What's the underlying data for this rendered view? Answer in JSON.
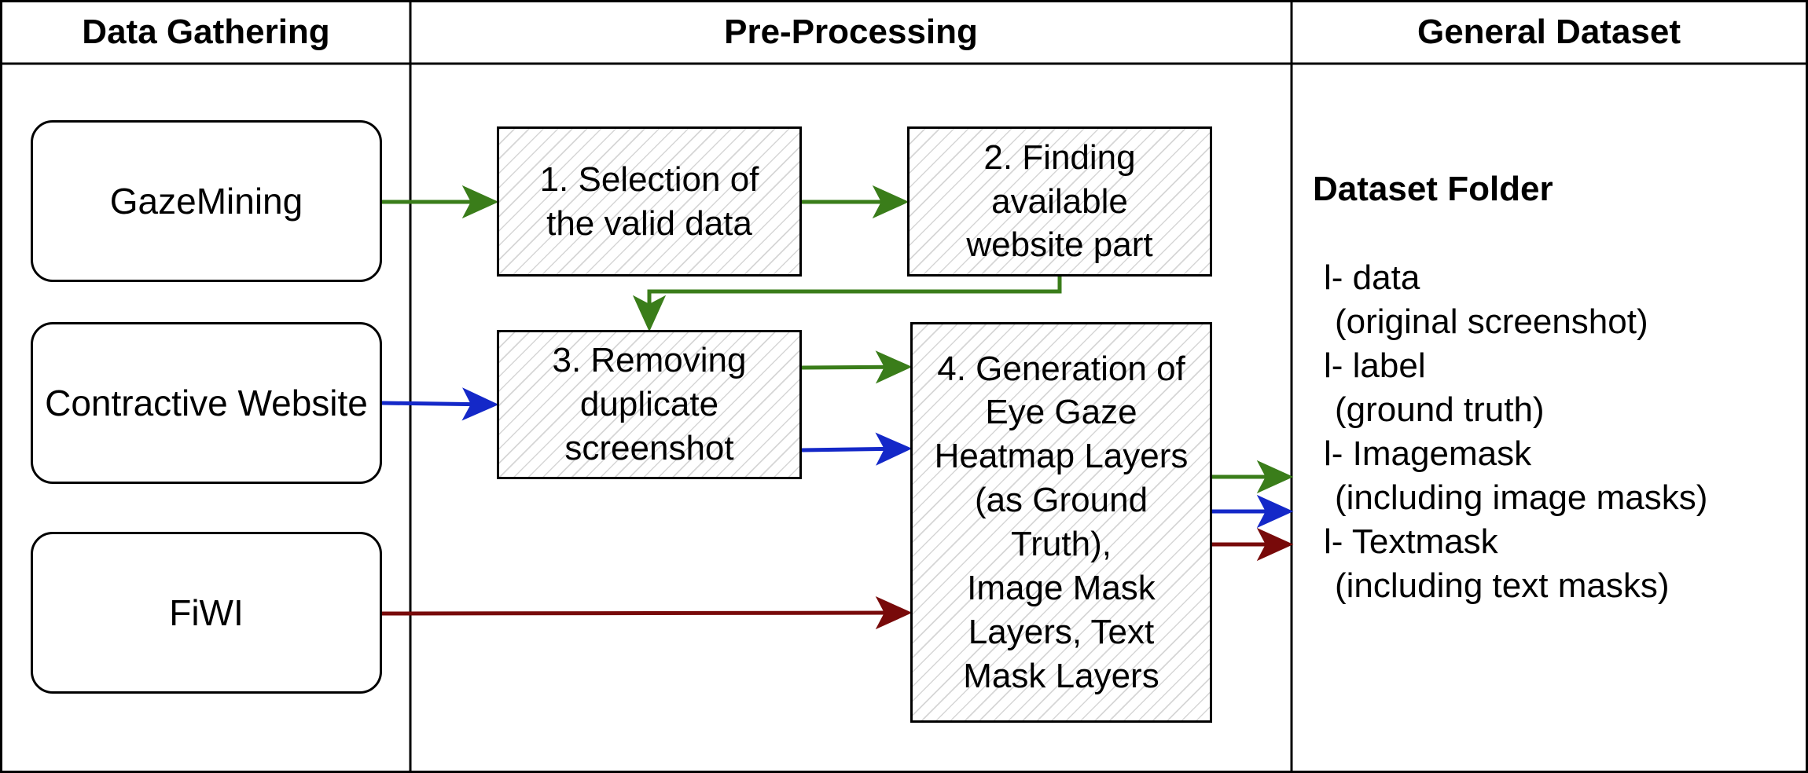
{
  "lanes": {
    "gathering": "Data Gathering",
    "preprocessing": "Pre-Processing",
    "dataset": "General Dataset"
  },
  "sources": {
    "gazemining": "GazeMining",
    "contractive": "Contractive Website",
    "fiwi": "FiWI"
  },
  "steps": {
    "step1": [
      "1. Selection of",
      "the valid data"
    ],
    "step2": [
      "2. Finding",
      "available",
      "website part"
    ],
    "step3": [
      "3. Removing",
      "duplicate",
      "screenshot"
    ],
    "step4": [
      "4. Generation of",
      "Eye Gaze",
      "Heatmap Layers",
      "(as Ground",
      "Truth),",
      "Image Mask",
      "Layers, Text",
      "Mask Layers"
    ]
  },
  "dataset": {
    "title": "Dataset Folder",
    "items": [
      {
        "name": "l- data",
        "desc": "(original screenshot)"
      },
      {
        "name": "l- label",
        "desc": "(ground truth)"
      },
      {
        "name": "l- Imagemask",
        "desc": "(including image masks)"
      },
      {
        "name": "l- Textmask",
        "desc": "(including text masks)"
      }
    ]
  },
  "colors": {
    "green": "#3a7d1a",
    "blue": "#1428c8",
    "red": "#780a0a"
  }
}
